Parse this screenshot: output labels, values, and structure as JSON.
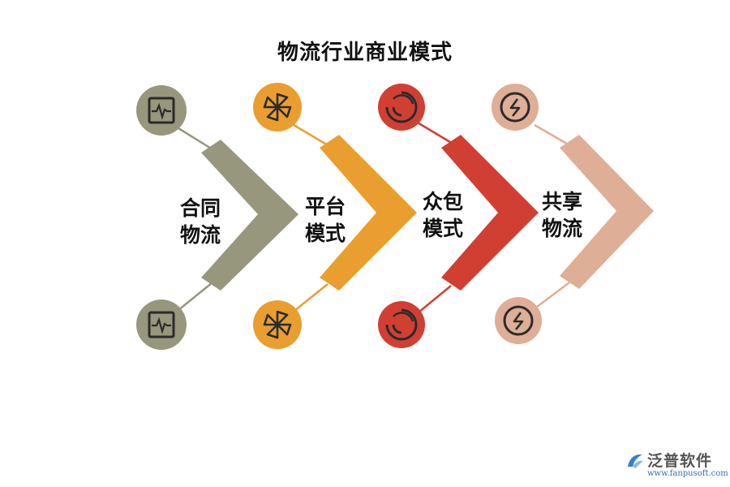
{
  "title": "物流行业商业模式",
  "steps": [
    {
      "line1": "合同",
      "line2": "物流",
      "color": "#97977d",
      "icon": "monitor-pulse-icon"
    },
    {
      "line1": "平台",
      "line2": "模式",
      "color": "#ea9e2f",
      "icon": "pinwheel-icon"
    },
    {
      "line1": "众包",
      "line2": "模式",
      "color": "#d13f33",
      "icon": "circular-arrows-icon"
    },
    {
      "line1": "共享",
      "line2": "物流",
      "color": "#dfae96",
      "icon": "lightning-circle-icon"
    }
  ],
  "logo": {
    "name": "泛普软件",
    "url": "www.fanpusoft.com"
  }
}
